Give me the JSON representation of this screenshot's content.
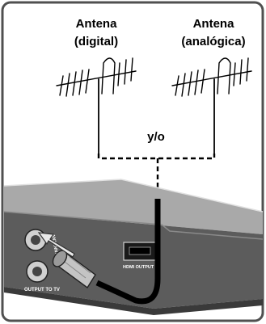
{
  "labels": {
    "antenna_digital_line1": "Antena",
    "antenna_digital_line2": "(digital)",
    "antenna_analog_line1": "Antena",
    "antenna_analog_line2": "(analógica)",
    "connector": "y/o",
    "rf_in": "ANTENNA IN",
    "rf_out": "OUTPUT TO TV",
    "hdmi": "HDMI OUTPUT"
  },
  "colors": {
    "frame_border": "#505050",
    "frame_bg": "#ffffff",
    "device_top": "#a9a9a9",
    "device_front": "#5c5c5c",
    "cable": "#000000",
    "connector_metal": "#bfbfbf"
  }
}
